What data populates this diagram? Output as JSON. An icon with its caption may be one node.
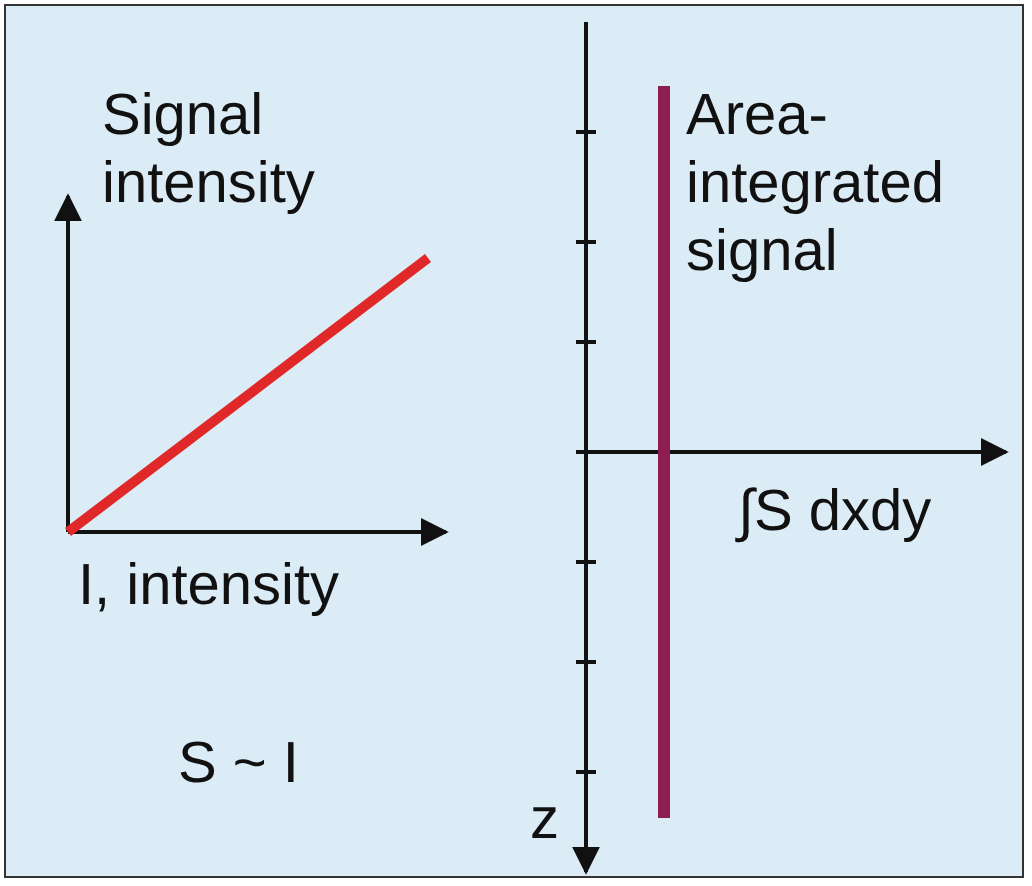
{
  "diagram": {
    "labels": [
      "Signal intensity",
      "Area-integrated signal",
      "I, intensity",
      "∫S dxdy",
      "S ~ I",
      "z"
    ]
  }
}
